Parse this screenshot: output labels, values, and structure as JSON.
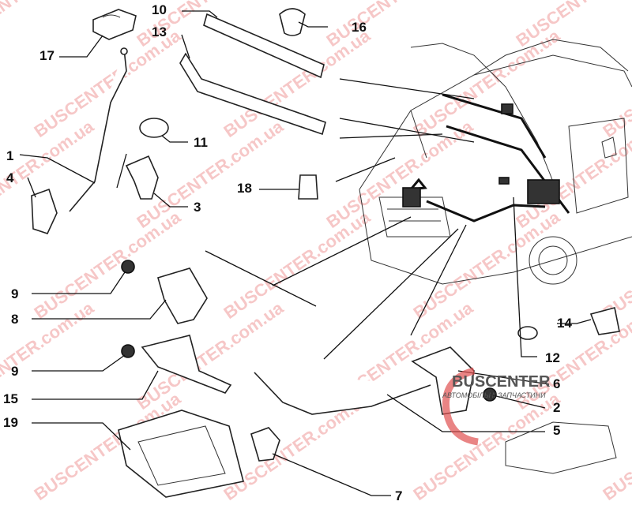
{
  "callouts": {
    "c1": "1",
    "c2": "2",
    "c3": "3",
    "c4": "4",
    "c5": "5",
    "c6": "6",
    "c7": "7",
    "c8": "8",
    "c9a": "9",
    "c9b": "9",
    "c10": "10",
    "c11": "11",
    "c12": "12",
    "c13": "13",
    "c14": "14",
    "c15": "15",
    "c16": "16",
    "c17": "17",
    "c18": "18",
    "c19": "19"
  },
  "watermark": "BUSCENTER.com.ua",
  "logo": {
    "name": "BUSCENTER",
    "tagline": "АВТОМОБІЛЬНІ ЗАПЧАСТИНИ"
  },
  "colors": {
    "watermark": "#e03a3a",
    "ink": "#111111"
  }
}
